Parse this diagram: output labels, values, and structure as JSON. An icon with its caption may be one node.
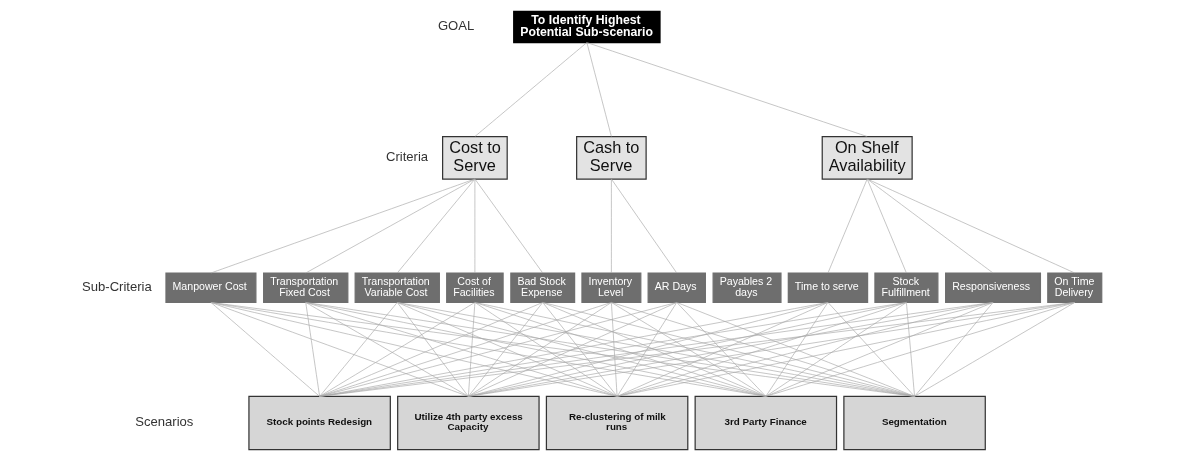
{
  "diagram": {
    "nodes": [
      {
        "text": [
          "To Identify Highest Potential Sub-scenario"
        ]
      },
      {
        "text": [
          "Cost to Serve"
        ]
      },
      {
        "text": [
          "Cash to Serve"
        ]
      },
      {
        "text": [
          "On Shelf Availability"
        ]
      },
      {
        "text": [
          "Manpower Cost"
        ]
      },
      {
        "text": [
          "Transportation Fixed Cost"
        ]
      },
      {
        "text": [
          "Transportation Variable Cost"
        ]
      },
      {
        "text": [
          "Cost of Facilities"
        ]
      },
      {
        "text": [
          "Bad Stock Expense"
        ]
      },
      {
        "text": [
          "Inventory Level"
        ]
      },
      {
        "text": [
          "AR Days"
        ]
      },
      {
        "text": [
          "Payables 2 days"
        ]
      },
      {
        "text": [
          "Time to serve"
        ]
      },
      {
        "text": [
          "Stock Fulfillment"
        ]
      },
      {
        "text": [
          "Responsiveness"
        ]
      },
      {
        "text": [
          "On Time Delivery"
        ]
      },
      {
        "text": [
          "Stock points Redesign"
        ]
      },
      {
        "text": [
          "Utilize 4th party excess Capacity"
        ]
      },
      {
        "text": [
          "Re-clustering of milk runs"
        ]
      },
      {
        "text": [
          "3rd Party Finance"
        ]
      },
      {
        "text": [
          "Segmentation"
        ]
      }
    ],
    "edges": [
      {
        "from": 0,
        "to": 1,
        "arrow": "none"
      },
      {
        "from": 0,
        "to": 2,
        "arrow": "none"
      },
      {
        "from": 0,
        "to": 3,
        "arrow": "none"
      },
      {
        "from": 1,
        "to": 4,
        "arrow": "none"
      },
      {
        "from": 1,
        "to": 5,
        "arrow": "none"
      },
      {
        "from": 1,
        "to": 6,
        "arrow": "none"
      },
      {
        "from": 1,
        "to": 7,
        "arrow": "none"
      },
      {
        "from": 1,
        "to": 8,
        "arrow": "none"
      },
      {
        "from": 2,
        "to": 9,
        "arrow": "none"
      },
      {
        "from": 2,
        "to": 10,
        "arrow": "none"
      },
      {
        "from": 3,
        "to": 12,
        "arrow": "none"
      },
      {
        "from": 3,
        "to": 13,
        "arrow": "none"
      },
      {
        "from": 3,
        "to": 14,
        "arrow": "none"
      },
      {
        "from": 3,
        "to": 15,
        "arrow": "none"
      },
      {
        "from": 4,
        "to": 16,
        "arrow": "none"
      },
      {
        "from": 4,
        "to": 17,
        "arrow": "none"
      },
      {
        "from": 4,
        "to": 18,
        "arrow": "none"
      },
      {
        "from": 4,
        "to": 19,
        "arrow": "none"
      },
      {
        "from": 4,
        "to": 20,
        "arrow": "none"
      },
      {
        "from": 5,
        "to": 16,
        "arrow": "none"
      },
      {
        "from": 5,
        "to": 17,
        "arrow": "none"
      },
      {
        "from": 5,
        "to": 18,
        "arrow": "none"
      },
      {
        "from": 5,
        "to": 19,
        "arrow": "none"
      },
      {
        "from": 5,
        "to": 20,
        "arrow": "none"
      },
      {
        "from": 6,
        "to": 16,
        "arrow": "none"
      },
      {
        "from": 6,
        "to": 17,
        "arrow": "none"
      },
      {
        "from": 6,
        "to": 18,
        "arrow": "none"
      },
      {
        "from": 6,
        "to": 19,
        "arrow": "none"
      },
      {
        "from": 6,
        "to": 20,
        "arrow": "none"
      },
      {
        "from": 7,
        "to": 16,
        "arrow": "none"
      },
      {
        "from": 7,
        "to": 17,
        "arrow": "none"
      },
      {
        "from": 7,
        "to": 18,
        "arrow": "none"
      },
      {
        "from": 7,
        "to": 19,
        "arrow": "none"
      },
      {
        "from": 7,
        "to": 20,
        "arrow": "none"
      },
      {
        "from": 8,
        "to": 16,
        "arrow": "none"
      },
      {
        "from": 8,
        "to": 17,
        "arrow": "none"
      },
      {
        "from": 8,
        "to": 18,
        "arrow": "none"
      },
      {
        "from": 8,
        "to": 19,
        "arrow": "none"
      },
      {
        "from": 8,
        "to": 20,
        "arrow": "none"
      },
      {
        "from": 9,
        "to": 16,
        "arrow": "none"
      },
      {
        "from": 9,
        "to": 17,
        "arrow": "none"
      },
      {
        "from": 9,
        "to": 18,
        "arrow": "none"
      },
      {
        "from": 9,
        "to": 19,
        "arrow": "none"
      },
      {
        "from": 9,
        "to": 20,
        "arrow": "none"
      },
      {
        "from": 10,
        "to": 16,
        "arrow": "none"
      },
      {
        "from": 10,
        "to": 17,
        "arrow": "none"
      },
      {
        "from": 10,
        "to": 18,
        "arrow": "none"
      },
      {
        "from": 10,
        "to": 19,
        "arrow": "none"
      },
      {
        "from": 10,
        "to": 20,
        "arrow": "none"
      },
      {
        "from": 12,
        "to": 16,
        "arrow": "none"
      },
      {
        "from": 12,
        "to": 17,
        "arrow": "none"
      },
      {
        "from": 12,
        "to": 18,
        "arrow": "none"
      },
      {
        "from": 12,
        "to": 19,
        "arrow": "none"
      },
      {
        "from": 12,
        "to": 20,
        "arrow": "none"
      },
      {
        "from": 13,
        "to": 16,
        "arrow": "none"
      },
      {
        "from": 13,
        "to": 17,
        "arrow": "none"
      },
      {
        "from": 13,
        "to": 18,
        "arrow": "none"
      },
      {
        "from": 13,
        "to": 19,
        "arrow": "none"
      },
      {
        "from": 13,
        "to": 20,
        "arrow": "none"
      },
      {
        "from": 14,
        "to": 16,
        "arrow": "none"
      },
      {
        "from": 14,
        "to": 17,
        "arrow": "none"
      },
      {
        "from": 14,
        "to": 18,
        "arrow": "none"
      },
      {
        "from": 14,
        "to": 19,
        "arrow": "none"
      },
      {
        "from": 14,
        "to": 20,
        "arrow": "none"
      },
      {
        "from": 15,
        "to": 16,
        "arrow": "none"
      },
      {
        "from": 15,
        "to": 17,
        "arrow": "none"
      },
      {
        "from": 15,
        "to": 18,
        "arrow": "none"
      },
      {
        "from": 15,
        "to": 19,
        "arrow": "none"
      },
      {
        "from": 15,
        "to": 20,
        "arrow": "none"
      }
    ],
    "labels": [
      "GOAL",
      "Criteria",
      "Sub-Criteria",
      "Scenarios"
    ]
  }
}
